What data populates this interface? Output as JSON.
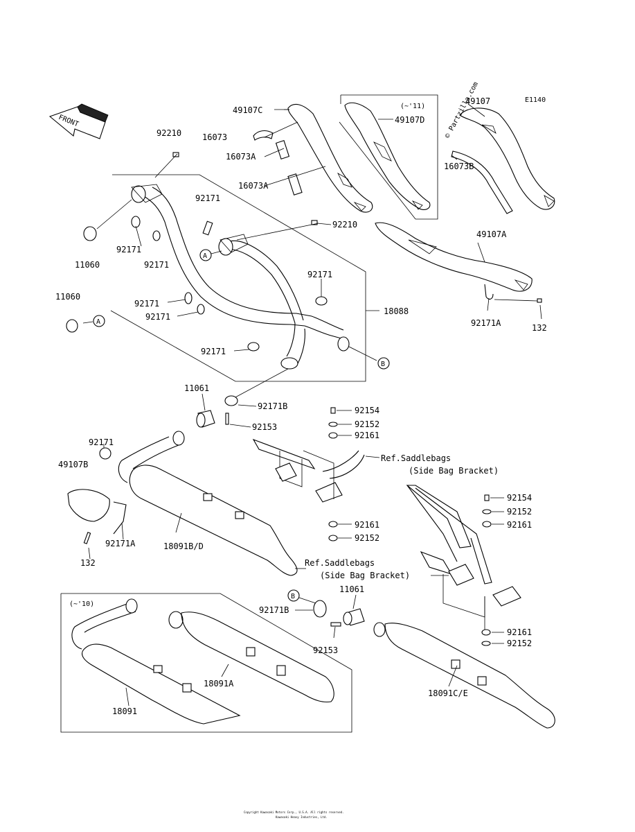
{
  "diagram": {
    "code": "E1140",
    "front_label": "FRONT",
    "watermark": "© Partzilla.com",
    "footer_line1": "Copyright Kawasaki Motors Corp., U.S.A. All rights reserved.",
    "footer_line2": "Kawasaki Heavy Industries, Ltd.",
    "callouts": {
      "a": "A",
      "b": "B"
    },
    "labels": {
      "l92210_top": "92210",
      "l49107c": "49107C",
      "l11_top": "(~'11)",
      "l49107d": "49107D",
      "l49107_right": "49107",
      "l16073": "16073",
      "l16073a_1": "16073A",
      "l16073a_2": "16073A",
      "l16073b": "16073B",
      "l92171_a": "92171",
      "l92171_b": "92171",
      "l92171_c": "92171",
      "l92210_mid": "92210",
      "l11060_a": "11060",
      "l49107a": "49107A",
      "l92171_d": "92171",
      "l11060_b": "11060",
      "l18088": "18088",
      "l92171_e": "92171",
      "l92171_f": "92171",
      "l92171a_right": "92171A",
      "l132_right": "132",
      "l92171_g": "92171",
      "l11061_a": "11061",
      "l92171b_a": "92171B",
      "l92153_a": "92153",
      "l92154_a": "92154",
      "l92152_a": "92152",
      "l92161_a": "92161",
      "l92171_h": "92171",
      "ref_saddlebags_1": "Ref.Saddlebags",
      "ref_sidebag_1": "(Side Bag Bracket)",
      "l49107b": "49107B",
      "l92154_b": "92154",
      "l92152_b": "92152",
      "l92161_b": "92161",
      "l92161_c": "92161",
      "l92152_c": "92152",
      "l92171a_left": "92171A",
      "l18091bd": "18091B/D",
      "l132_left": "132",
      "ref_saddlebags_2": "Ref.Saddlebags",
      "ref_sidebag_2": "(Side Bag Bracket)",
      "l11061_b": "11061",
      "l10": "(~'10)",
      "l92171b_b": "92171B",
      "l92153_b": "92153",
      "l92161_d": "92161",
      "l92152_d": "92152",
      "l18091a": "18091A",
      "l18091": "18091",
      "l18091ce": "18091C/E"
    }
  }
}
